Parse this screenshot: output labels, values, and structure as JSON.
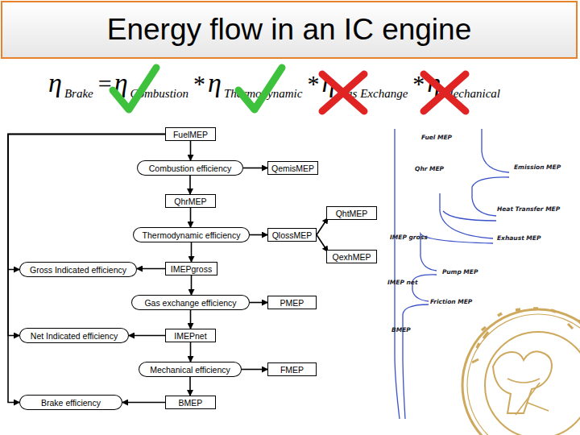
{
  "diagram": {
    "title": "Energy flow in an IC engine",
    "nodes": [
      {
        "text": [
          "FuelMEP"
        ]
      },
      {
        "text": [
          "Combustion efficiency"
        ]
      },
      {
        "text": [
          "QemisMEP"
        ]
      },
      {
        "text": [
          "QhrMEP"
        ]
      },
      {
        "text": [
          "QhtMEP"
        ]
      },
      {
        "text": [
          "Thermodynamic efficiency"
        ]
      },
      {
        "text": [
          "QlossMEP"
        ]
      },
      {
        "text": [
          "QexhMEP"
        ]
      },
      {
        "text": [
          "Gross Indicated efficiency"
        ]
      },
      {
        "text": [
          "IMEPgross"
        ]
      },
      {
        "text": [
          "Gas exchange efficiency"
        ]
      },
      {
        "text": [
          "PMEP"
        ]
      },
      {
        "text": [
          "Net Indicated efficiency"
        ]
      },
      {
        "text": [
          "IMEPnet"
        ]
      },
      {
        "text": [
          "Mechanical efficiency"
        ]
      },
      {
        "text": [
          "FMEP"
        ]
      },
      {
        "text": [
          "Brake efficiency"
        ]
      },
      {
        "text": [
          "BMEP"
        ]
      }
    ],
    "edges": [
      {
        "from": 0,
        "to": 1,
        "arrow": "to"
      },
      {
        "from": 1,
        "to": 2,
        "arrow": "to"
      },
      {
        "from": 1,
        "to": 3,
        "arrow": "to"
      },
      {
        "from": 3,
        "to": 5,
        "arrow": "to"
      },
      {
        "from": 5,
        "to": 6,
        "arrow": "to"
      },
      {
        "from": 6,
        "to": 4,
        "arrow": "to"
      },
      {
        "from": 6,
        "to": 7,
        "arrow": "to"
      },
      {
        "from": 5,
        "to": 9,
        "arrow": "to"
      },
      {
        "from": 9,
        "to": 8,
        "arrow": "to"
      },
      {
        "from": 0,
        "to": 8,
        "arrow": "to"
      },
      {
        "from": 0,
        "to": 12,
        "arrow": "to"
      },
      {
        "from": 0,
        "to": 16,
        "arrow": "to"
      },
      {
        "from": 9,
        "to": 10,
        "arrow": "to"
      },
      {
        "from": 10,
        "to": 11,
        "arrow": "to"
      },
      {
        "from": 10,
        "to": 13,
        "arrow": "to"
      },
      {
        "from": 13,
        "to": 12,
        "arrow": "to"
      },
      {
        "from": 13,
        "to": 14,
        "arrow": "to"
      },
      {
        "from": 14,
        "to": 15,
        "arrow": "to"
      },
      {
        "from": 14,
        "to": 17,
        "arrow": "to"
      },
      {
        "from": 17,
        "to": 16,
        "arrow": "to"
      }
    ],
    "labels": [
      "η",
      "Brake",
      "=",
      "η",
      "Combustion",
      "*",
      "η",
      "Thermodynamic",
      "*",
      "η",
      "Gas Exchange",
      "*",
      "η",
      "Mechanical",
      "Fuel MEP",
      "Qhr MEP",
      "Emission MEP",
      "Heat Transfer MEP",
      "Exhaust MEP",
      "IMEP gross",
      "Pump MEP",
      "IMEP net",
      "Friction MEP",
      "BMEP"
    ]
  }
}
